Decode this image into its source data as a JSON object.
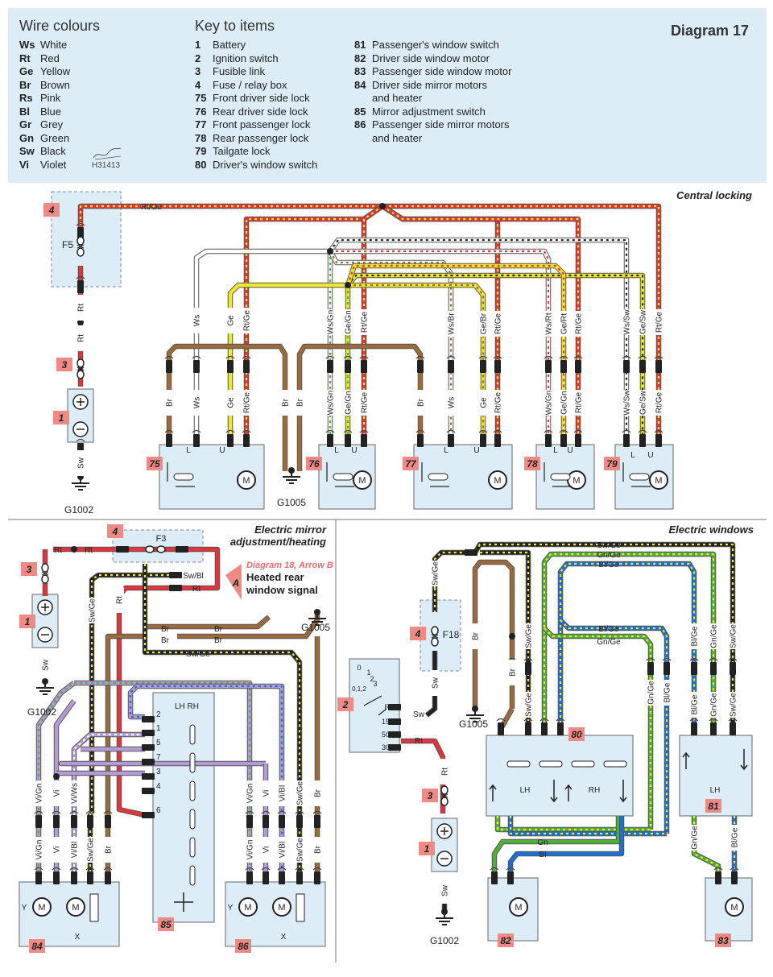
{
  "header": {
    "wire_colours_title": "Wire colours",
    "key_title": "Key to items",
    "diagram_title": "Diagram 17",
    "ref_code": "H31413",
    "wire_colours": [
      {
        "code": "Ws",
        "name": "White"
      },
      {
        "code": "Rt",
        "name": "Red"
      },
      {
        "code": "Ge",
        "name": "Yellow"
      },
      {
        "code": "Br",
        "name": "Brown"
      },
      {
        "code": "Rs",
        "name": "Pink"
      },
      {
        "code": "Bl",
        "name": "Blue"
      },
      {
        "code": "Gr",
        "name": "Grey"
      },
      {
        "code": "Gn",
        "name": "Green"
      },
      {
        "code": "Sw",
        "name": "Black"
      },
      {
        "code": "Vi",
        "name": "Violet"
      }
    ],
    "key_col1": [
      {
        "num": "1",
        "label": "Battery"
      },
      {
        "num": "2",
        "label": "Ignition switch"
      },
      {
        "num": "3",
        "label": "Fusible link"
      },
      {
        "num": "4",
        "label": "Fuse / relay box"
      },
      {
        "num": "75",
        "label": "Front driver side lock"
      },
      {
        "num": "76",
        "label": "Rear driver side lock"
      },
      {
        "num": "77",
        "label": "Front passenger lock"
      },
      {
        "num": "78",
        "label": "Rear passenger lock"
      },
      {
        "num": "79",
        "label": "Tailgate lock"
      },
      {
        "num": "80",
        "label": "Driver's window switch"
      }
    ],
    "key_col2": [
      {
        "num": "81",
        "label": "Passenger's window switch"
      },
      {
        "num": "82",
        "label": "Driver side window motor"
      },
      {
        "num": "83",
        "label": "Passenger side window motor"
      },
      {
        "num": "84",
        "label": "Driver side mirror motors"
      },
      {
        "num": "",
        "label": "and heater"
      },
      {
        "num": "85",
        "label": "Mirror adjustment switch"
      },
      {
        "num": "86",
        "label": "Passenger side mirror motors"
      },
      {
        "num": "",
        "label": "and heater"
      }
    ]
  },
  "sections": {
    "central_locking": "Central locking",
    "mirror_line1": "Electric mirror",
    "mirror_line2": "adjustment/heating",
    "windows": "Electric windows"
  },
  "labels": {
    "rtge": "Rt/Ge",
    "rt": "Rt",
    "sw": "Sw",
    "ws": "Ws",
    "ge": "Ge",
    "br": "Br",
    "wsgn": "Ws/Gn",
    "gegn": "Ge/Gn",
    "wsbr": "Ws/Br",
    "gebr": "Ge/Br",
    "wsrt": "Ws/Rt",
    "gert": "Ge/Rt",
    "wssw": "Ws/Sw",
    "gesw": "Ge/Sw",
    "swge": "Sw/Ge",
    "swbl": "Sw/Bl",
    "gnge": "Gn/Ge",
    "blge": "Bl/Ge",
    "gn": "Gn",
    "bl": "Bl",
    "vign": "Vi/Gn",
    "vi": "Vi",
    "viws": "Vi/Ws",
    "vibl": "Vi/Bl",
    "f5": "F5",
    "f3": "F3",
    "f18": "F18",
    "g1002": "G1002",
    "g1005": "G1005",
    "diag18": "Diagram 18, Arrow B",
    "heated1": "Heated rear",
    "heated2": "window signal",
    "arrow_a": "A",
    "lh": "LH",
    "rh": "RH",
    "lhrh": "LH  RH",
    "m": "M",
    "l": "L",
    "u": "U",
    "x": "X",
    "y": "Y",
    "ign_r": "R",
    "ign_15": "15",
    "ign_50": "50",
    "ign_30": "30",
    "ign_0": "0",
    "ign_1": "1",
    "ign_2": "2",
    "ign_3": "3",
    "ign_012": "0,1,2",
    "p2": "2",
    "p1": "1",
    "p5": "5",
    "p7": "7",
    "p3": "3",
    "p4": "4",
    "p6": "6"
  },
  "items": {
    "i1": "1",
    "i2": "2",
    "i3": "3",
    "i4": "4",
    "i75": "75",
    "i76": "76",
    "i77": "77",
    "i78": "78",
    "i79": "79",
    "i80": "80",
    "i81": "81",
    "i82": "82",
    "i83": "83",
    "i84": "84",
    "i85": "85",
    "i86": "86"
  },
  "colors": {
    "header_bg": "#dcedf7",
    "component_bg": "#dcedf7",
    "item_badge": "#f08a86",
    "red": "#e3343a",
    "yellow": "#f0e82a",
    "brown": "#9c6b3a",
    "black": "#222222",
    "white_wire": "#ffffff",
    "blue": "#1c6fd0",
    "green": "#4fae3c",
    "violet": "#b49ad6",
    "pink": "#f6b0b0"
  }
}
